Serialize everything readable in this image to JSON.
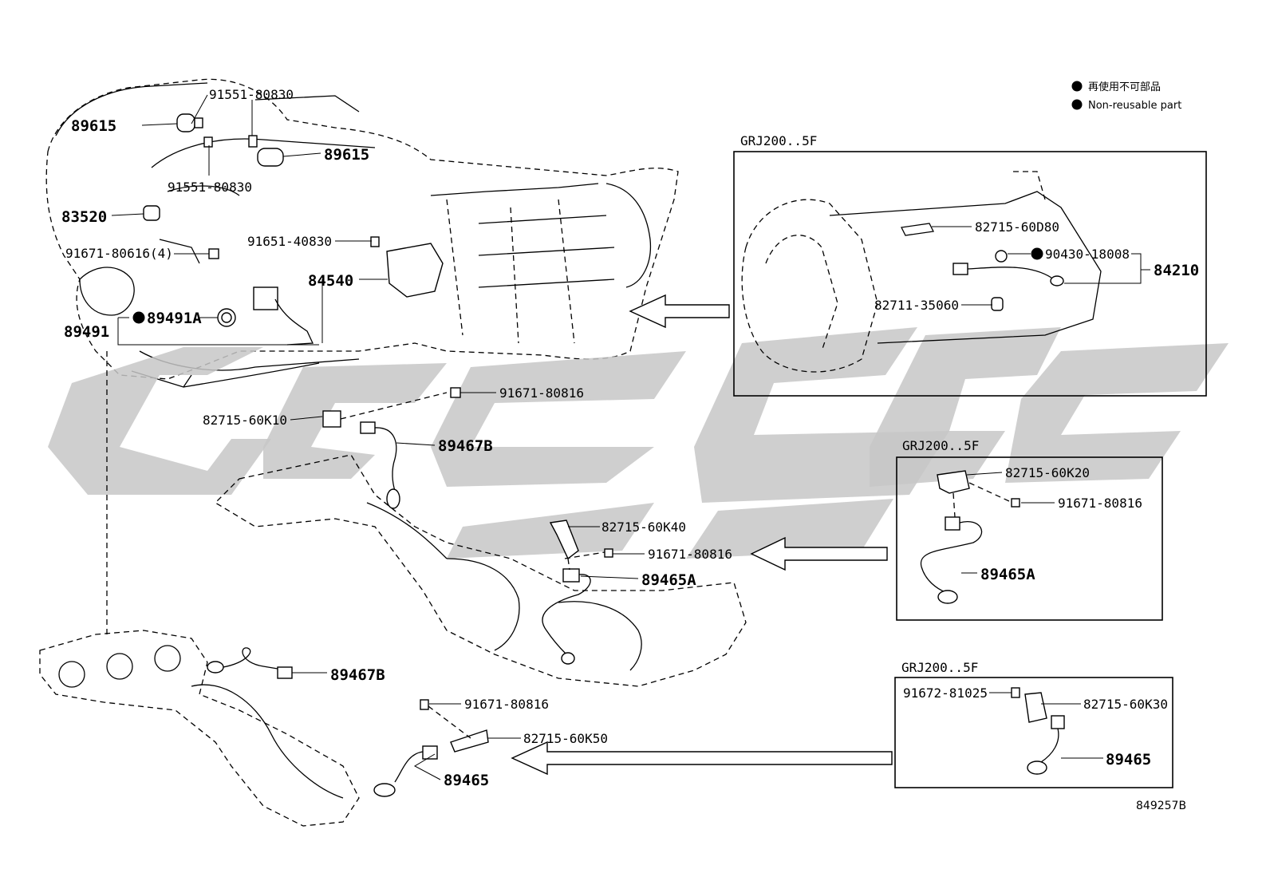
{
  "legend": {
    "jp": "再使用不可部品",
    "en": "Non-reusable part"
  },
  "boxes": {
    "grj200_top": "GRJ200..5F",
    "grj200_mid": "GRJ200..5F",
    "grj200_bot": "GRJ200..5F"
  },
  "labels": {
    "p91551_a": "91551-80830",
    "p89615_a": "89615",
    "p89615_b": "89615",
    "p91551_b": "91551-80830",
    "p83520": "83520",
    "p91651": "91651-40830",
    "p91671_4": "91671-80616(4)",
    "p84540": "84540",
    "p89491A": "89491A",
    "p89491": "89491",
    "p91671_b1": "91671-80816",
    "p82715_K10": "82715-60K10",
    "p89467B_a": "89467B",
    "p82715_K40": "82715-60K40",
    "p91671_b2": "91671-80816",
    "p89465A_a": "89465A",
    "p89467B_b": "89467B",
    "p91671_b3": "91671-80816",
    "p82715_K50": "82715-60K50",
    "p89465_a": "89465",
    "p82715_D80": "82715-60D80",
    "p90430": "90430-18008",
    "p84210": "84210",
    "p82711": "82711-35060",
    "p82715_K20": "82715-60K20",
    "p91671_b4": "91671-80816",
    "p89465A_b": "89465A",
    "p91672": "91672-81025",
    "p82715_K30": "82715-60K30",
    "p89465_b": "89465"
  },
  "figure_code": "849257B",
  "watermark_icon": "gcsc-watermark"
}
